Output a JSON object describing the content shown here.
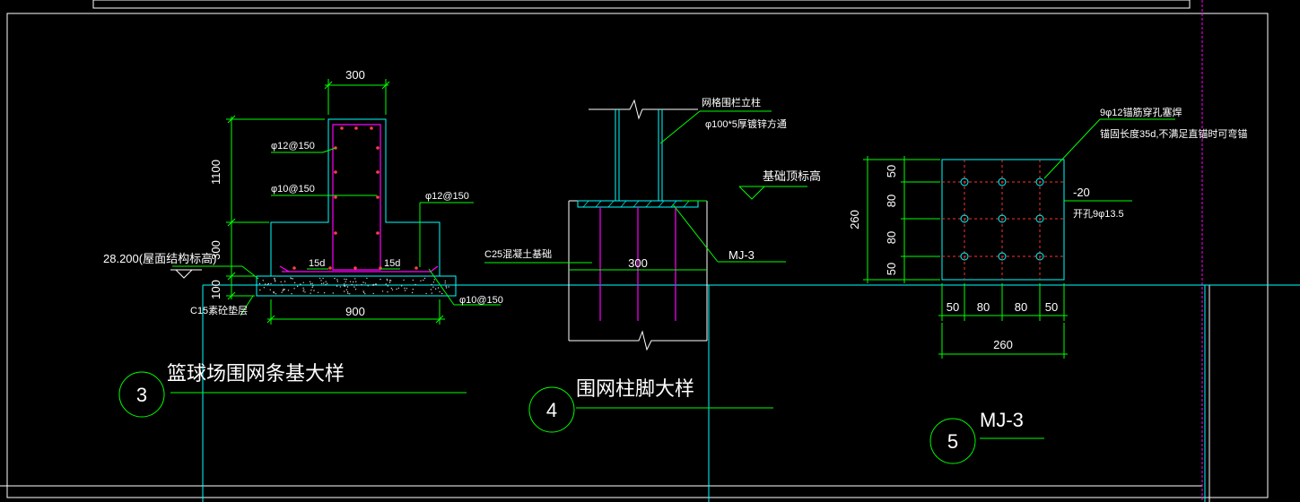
{
  "colors": {
    "background": "#000000",
    "frame": "#ffffff",
    "dimension": "#00ff00",
    "outline": "#00ffff",
    "rebar": "#ff00ff",
    "hidden": "#ff3030",
    "text": "#ffffff"
  },
  "detail3": {
    "number": "3",
    "title": "篮球场围网条基大样",
    "dim_top_width": "300",
    "dim_stem_height": "1100",
    "dim_base_height": "300",
    "dim_pad_height": "100",
    "dim_bottom_width": "900",
    "rebar_stem_1": "φ12@150",
    "rebar_stem_2": "φ10@150",
    "rebar_right": "φ12@150",
    "rebar_bottom": "φ10@150",
    "anchor_left": "15d",
    "anchor_right": "15d",
    "elevation": "28.200(屋面结构标高)",
    "cushion": "C15素砼垫层"
  },
  "detail4": {
    "number": "4",
    "title": "围网柱脚大样",
    "post_label": "网格围栏立柱",
    "post_spec": "φ100*5厚镀锌方通",
    "top_elev": "基础顶标高",
    "concrete": "C25混凝土基础",
    "width": "300",
    "plate": "MJ-3"
  },
  "detail5": {
    "number": "5",
    "title": "MJ-3",
    "note1": "9φ12锚筋穿孔塞焊",
    "note2": "锚固长度35d,不满足直锚时可弯锚",
    "plate_thk": "-20",
    "holes": "开孔9φ13.5",
    "dim_total": "260",
    "dim_a": "50",
    "dim_b": "80",
    "dim_c": "80",
    "dim_d": "50",
    "dim_h_total": "260",
    "dim_h_a": "50",
    "dim_h_b": "80",
    "dim_h_c": "80",
    "dim_h_d": "50"
  }
}
